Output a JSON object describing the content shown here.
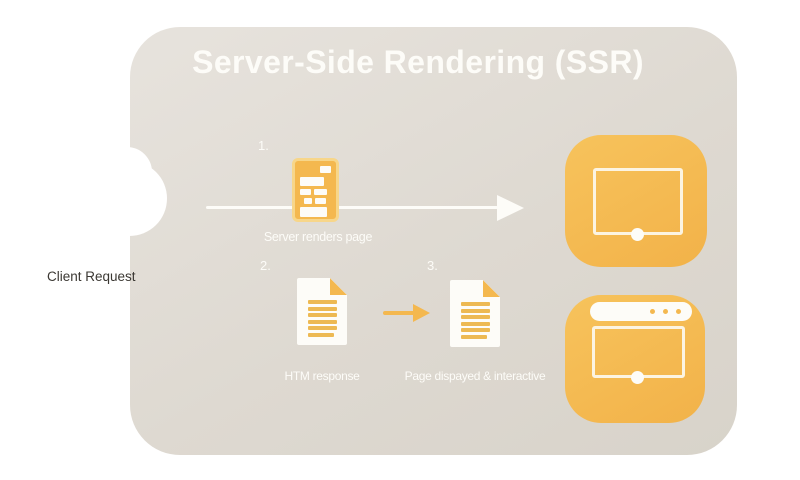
{
  "page": {
    "title": "Server-Side Rendering (SSR)",
    "client_request_label": "Client Request"
  },
  "steps": [
    {
      "number": "1.",
      "label": "Server renders page",
      "icon": "rendered-page-document"
    },
    {
      "number": "2.",
      "label": "HTM response",
      "icon": "html-file-document"
    },
    {
      "number": "3.",
      "label": "Page dispayed & interactive",
      "icon": "page-file-document"
    }
  ],
  "devices": [
    {
      "icon": "tablet-screen"
    },
    {
      "icon": "browser-window"
    }
  ],
  "icons": {
    "cloud": "cloud-notch",
    "main_flow": "arrow-right",
    "step_flow": "arrow-right-small"
  },
  "colors": {
    "accent_orange": "#f4b84f",
    "accent_orange_light": "#f7c35c",
    "icon_border_yellow": "#f7d68a",
    "line_orange": "#edb953",
    "panel_beige": "#ded9d1",
    "panel_beige_light": "#e7e3dd",
    "text_dark": "#3b3833",
    "text_white": "#fdfcf8"
  }
}
